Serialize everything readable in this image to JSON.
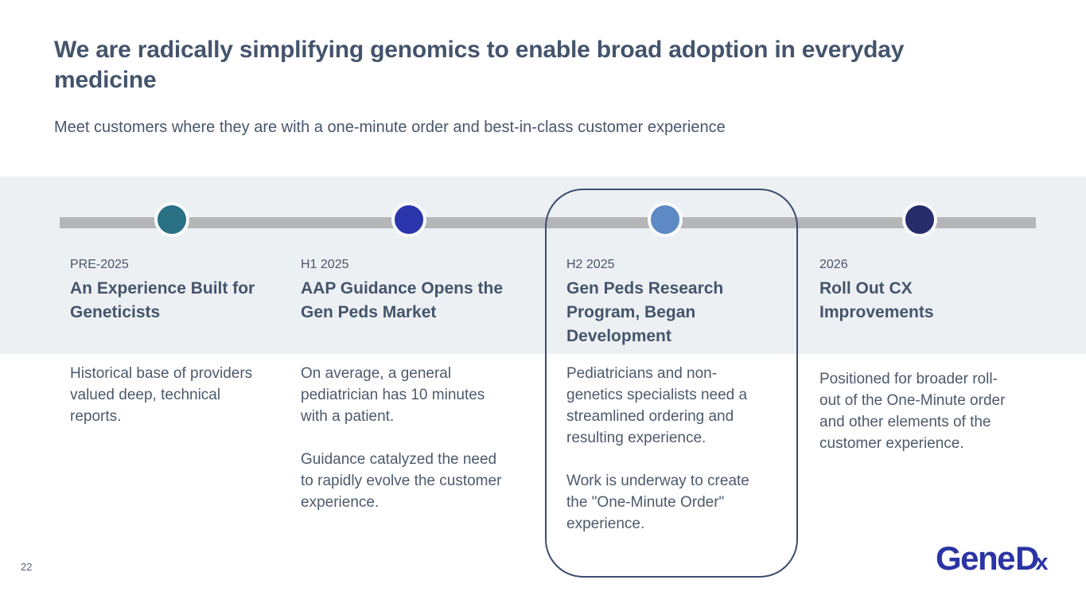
{
  "slide": {
    "title": "We are radically simplifying genomics to enable broad adoption in everyday medicine",
    "subtitle": "Meet customers where they are with a one-minute order and best-in-class customer experience",
    "page_number": "22",
    "band_color": "#edf0f3",
    "timeline_bar_color": "#b5b6b8",
    "highlight_border_color": "#3c4c6e",
    "title_color": "#44546c"
  },
  "timeline": {
    "milestones": [
      {
        "date": "PRE-2025",
        "title": "An Experience Built for Geneticists",
        "dot_color": "#2a7186",
        "highlighted": false,
        "body": [
          "Historical base of providers valued deep, technical reports."
        ]
      },
      {
        "date": "H1 2025",
        "title": "AAP Guidance Opens the Gen Peds Market",
        "dot_color": "#2b36ad",
        "highlighted": false,
        "body": [
          "On average, a general pediatrician has 10 minutes with a patient.",
          "Guidance catalyzed the need to rapidly evolve the customer experience."
        ]
      },
      {
        "date": "H2 2025",
        "title": "Gen Peds Research Program, Began Development",
        "dot_color": "#5d89c4",
        "highlighted": true,
        "body": [
          "Pediatricians and non-genetics specialists need a streamlined ordering and resulting experience.",
          "Work is underway to create the \"One-Minute Order\" experience."
        ]
      },
      {
        "date": "2026",
        "title": "Roll Out CX Improvements",
        "dot_color": "#272c6b",
        "highlighted": false,
        "body": [
          "Positioned for broader roll-out of the One-Minute order and other elements of the customer experience."
        ]
      }
    ]
  },
  "logo": {
    "part_gene": "Gene",
    "part_d": "D",
    "part_x": "x",
    "color": "#2b34a4"
  }
}
